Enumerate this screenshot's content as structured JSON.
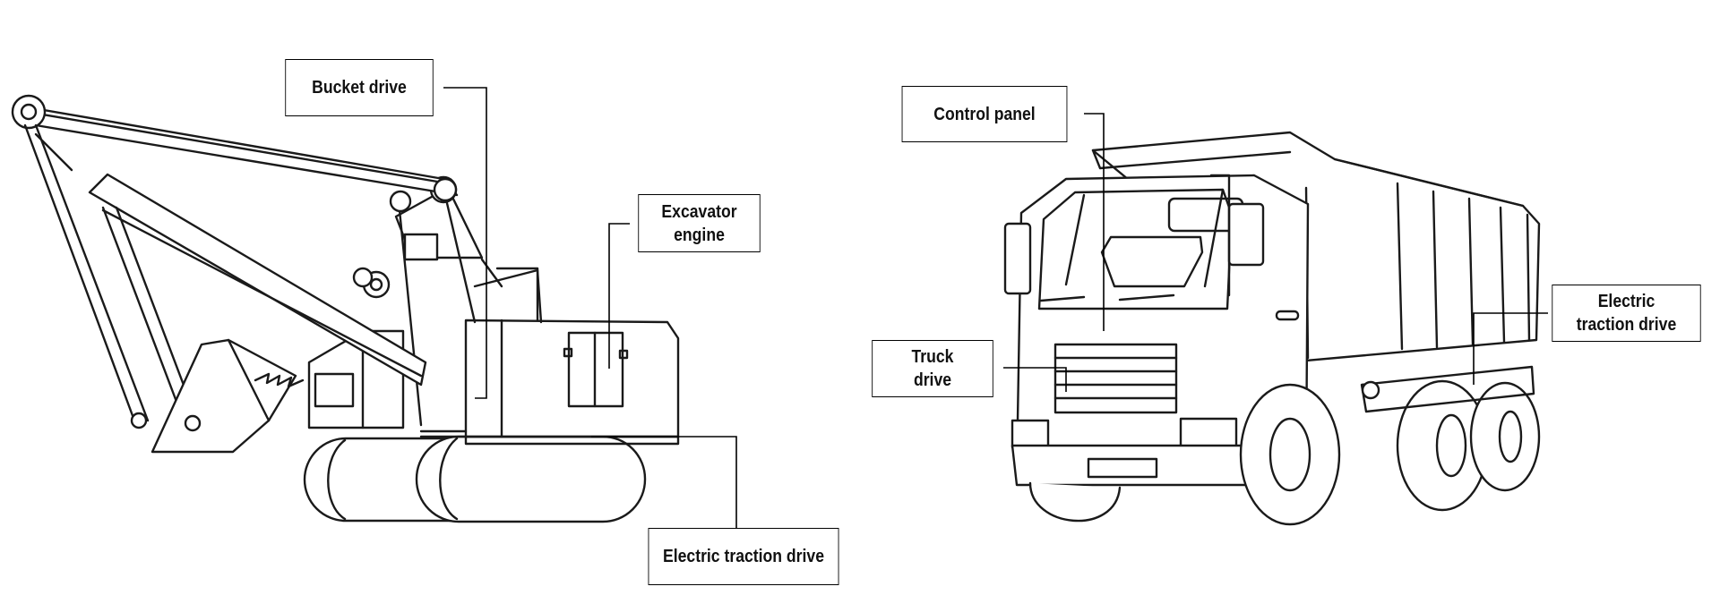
{
  "excavator": {
    "labels": {
      "bucket_drive": "Bucket drive",
      "excavator_engine": "Excavator\nengine",
      "electric_traction_drive": "Electric traction drive"
    }
  },
  "truck": {
    "labels": {
      "control_panel": "Control panel",
      "truck_drive": "Truck\ndrive",
      "electric_traction_drive": "Electric\ntraction drive"
    }
  }
}
